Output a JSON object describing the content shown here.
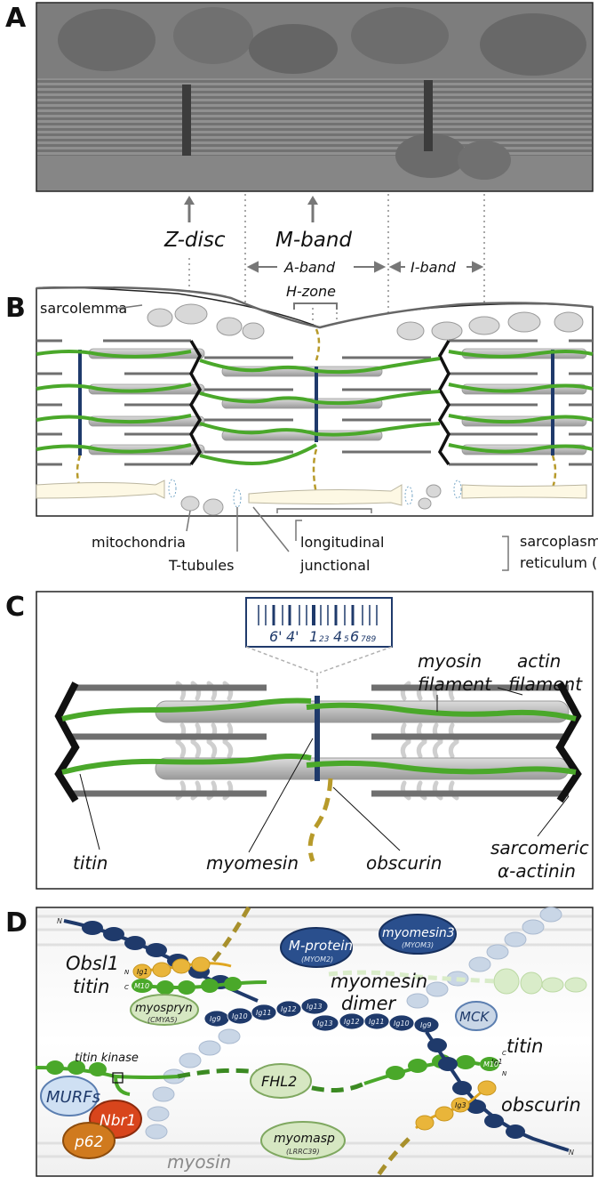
{
  "panels": {
    "a": {
      "letter": "A"
    },
    "b": {
      "letter": "B",
      "zdisc": "Z-disc",
      "mband": "M-band",
      "aband": "A-band",
      "hzone": "H-zone",
      "iband": "I-band",
      "sarcolemma": "sarcolemma",
      "mitochondria": "mitochondria",
      "ttubules": "T-tubules",
      "longitudinal": "longitudinal",
      "junctional": "junctional",
      "sr_line1": "sarcoplasmic",
      "sr_line2": "reticulum (SR)"
    },
    "c": {
      "letter": "C",
      "inset_nums_big": [
        "6'",
        "4'",
        "1",
        "4",
        "6"
      ],
      "inset_nums_small": [
        "23",
        "5",
        "789"
      ],
      "myosin_filament_1": "myosin",
      "myosin_filament_2": "filament",
      "actin_filament_1": "actin",
      "actin_filament_2": "filament",
      "titin": "titin",
      "myomesin": "myomesin",
      "obscurin": "obscurin",
      "sarcomeric": "sarcomeric",
      "alpha_actinin": "α-actinin"
    },
    "d": {
      "letter": "D",
      "n_top": "N",
      "m_protein": "M-protein",
      "myom2": "(MYOM2)",
      "myomesin3": "myomesin3",
      "myom3": "(MYOM3)",
      "obsl1": "Obsl1",
      "titin_left": "titin",
      "myomesin": "myomesin",
      "dimer": "dimer",
      "myospryn": "myospryn",
      "cmya5": "(CMYA5)",
      "mck": "MCK",
      "titin_right": "titin",
      "titin_kinase": "titin kinase",
      "murfs": "MURFs",
      "nbr1": "Nbr1",
      "p62": "p62",
      "fhl2": "FHL2",
      "obscurin": "obscurin",
      "myomasp": "myomasp",
      "lrrc39": "(LRRC39)",
      "myosin": "myosin",
      "ig_left": [
        "Ig9",
        "Ig10",
        "Ig11",
        "Ig12",
        "Ig13"
      ],
      "ig_right": [
        "Ig13",
        "Ig12",
        "Ig11",
        "Ig10",
        "Ig9"
      ],
      "ig1": "Ig1",
      "m10": "M10",
      "ig3": "Ig3",
      "c": "C",
      "n": "N",
      "n_bottom": "N"
    }
  },
  "colors": {
    "titin_green": "#4aa82a",
    "navy": "#1f3a6b",
    "obscurin_gold": "#b79a2a",
    "thick_gray": "#bdbdbd",
    "actin_gray": "#6f6f6f"
  }
}
